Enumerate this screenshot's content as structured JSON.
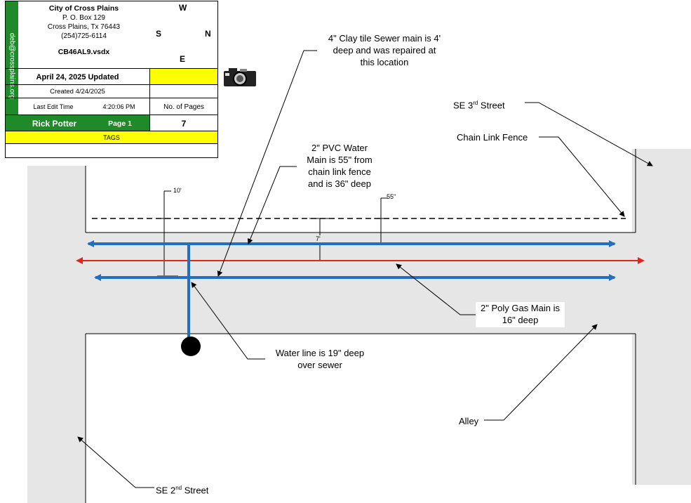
{
  "title_block": {
    "email": "deb@crossplains.org",
    "org_name": "City of Cross Plains",
    "po_box": "P. O. Box 129",
    "city_state": "Cross Plains, Tx  76443",
    "phone": "(254)725-6114",
    "file_name": "CB46AL9.vsdx",
    "updated": "April 24, 2025 Updated",
    "created": "Created 4/24/2025",
    "last_edit_label": "Last Edit Time",
    "last_edit_time": "4:20:06 PM",
    "pages_label": "No. of Pages",
    "author": "Rick Potter",
    "page": "Page 1",
    "page_count": "7",
    "tags": "TAGS"
  },
  "compass": {
    "top": "W",
    "left": "S",
    "right": "N",
    "bottom": "E"
  },
  "labels": {
    "sewer": [
      "4\" Clay tile Sewer main is 4'",
      "deep and was repaired at",
      "this location"
    ],
    "street_3rd": "SE 3",
    "street_3rd_sup": "rd",
    "street_3rd_tail": " Street",
    "fence": "Chain Link Fence",
    "water_main": [
      "2\" PVC Water",
      "Main is 55\" from",
      "chain link fence",
      "and is 36\" deep"
    ],
    "gas_main": [
      "2\" Poly Gas Main is",
      "16\" deep"
    ],
    "water_line": [
      "Water line is 19\" deep",
      "over sewer"
    ],
    "alley": "Alley",
    "street_2nd": "SE 2",
    "street_2nd_sup": "nd",
    "street_2nd_tail": " Street"
  },
  "dimensions": {
    "ten_ft": "10'",
    "seven_ft": "7'",
    "fifty_five_in": "55\""
  },
  "colors": {
    "water": "#1f6fc2",
    "gas": "#e0241e",
    "road": "#e6e6e6",
    "green": "#1f8a2a",
    "yellow": "#ffff00"
  }
}
